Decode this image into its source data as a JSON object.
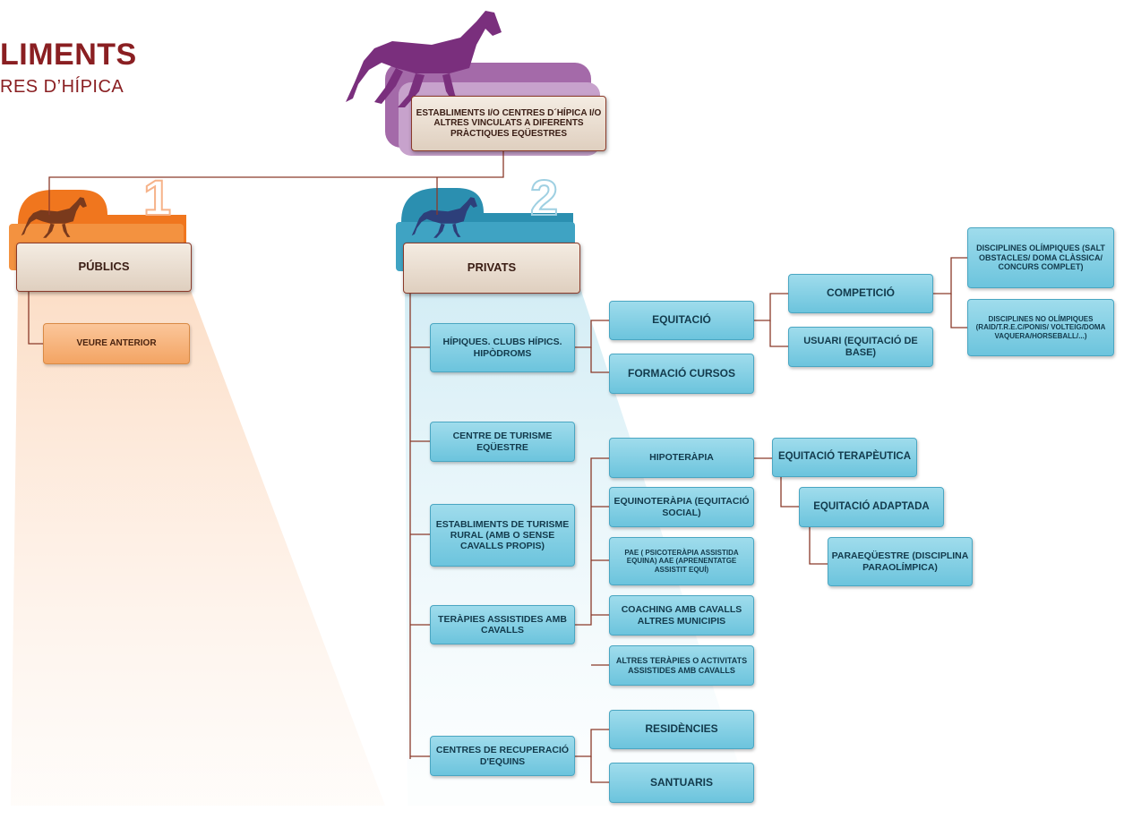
{
  "header": {
    "title_fragment": "LIMENTS",
    "subtitle_fragment": "RES D’HÍPICA"
  },
  "root": {
    "label": "ESTABLIMENTS I/O CENTRES D´HÍPICA I/O ALTRES VINCULATS A DIFERENTS PRÀCTIQUES EQÜESTRES"
  },
  "branches": [
    {
      "number": "1",
      "label": "PÚBLICS",
      "color": "#f0761e"
    },
    {
      "number": "2",
      "label": "PRIVATS",
      "color": "#2b8fb0"
    }
  ],
  "publics_children": [
    {
      "label": "VEURE ANTERIOR"
    }
  ],
  "privats_children": [
    {
      "label": "HÍPIQUES. CLUBS HÍPICS. HIPÒDROMS"
    },
    {
      "label": "CENTRE DE TURISME EQÜESTRE"
    },
    {
      "label": "ESTABLIMENTS DE TURISME RURAL (AMB O SENSE CAVALLS PROPIS)"
    },
    {
      "label": "TERÀPIES ASSISTIDES AMB CAVALLS"
    },
    {
      "label": "CENTRES DE RECUPERACIÓ D'EQUINS"
    }
  ],
  "hipiques_children": [
    {
      "label": "EQUITACIÓ"
    },
    {
      "label": "FORMACIÓ CURSOS"
    }
  ],
  "equitacio_children": [
    {
      "label": "COMPETICIÓ"
    },
    {
      "label": "USUARI (EQUITACIÓ DE BASE)"
    }
  ],
  "competicio_children": [
    {
      "label": "DISCIPLINES OLÍMPIQUES (SALT OBSTACLES/ DOMA CLÀSSICA/ CONCURS COMPLET)"
    },
    {
      "label": "DISCIPLINES NO OLÍMPIQUES (RAID/T.R.E.C/PONIS/ VOLTEIG/DOMA VAQUERA/HORSEBALL/...)"
    }
  ],
  "terapies_children": [
    {
      "label": "HIPOTERÀPIA"
    },
    {
      "label": "EQUINOTERÀPIA (EQUITACIÓ SOCIAL)"
    },
    {
      "label": "PAE ( PSICOTERÀPIA ASSISTIDA EQUINA) AAE (APRENENTATGE ASSISTIT EQUÍ)"
    },
    {
      "label": "COACHING AMB CAVALLS ALTRES MUNICIPIS"
    },
    {
      "label": "ALTRES TERÀPIES O ACTIVITATS ASSISTIDES AMB CAVALLS"
    }
  ],
  "hipoterapia_chain": [
    {
      "label": "EQUITACIÓ TERAPÈUTICA"
    },
    {
      "label": "EQUITACIÓ ADAPTADA"
    },
    {
      "label": "PARAEQÜESTRE (DISCIPLINA PARAOLÍMPICA)"
    }
  ],
  "recuperacio_children": [
    {
      "label": "RESIDÈNCIES"
    },
    {
      "label": "SANTUARIS"
    }
  ],
  "colors": {
    "accent_purple": "#7a2f7d",
    "title_red": "#8a1f22",
    "connector": "#8a3a2a",
    "node_blue": "#7fcde3",
    "orange": "#f0761e"
  }
}
